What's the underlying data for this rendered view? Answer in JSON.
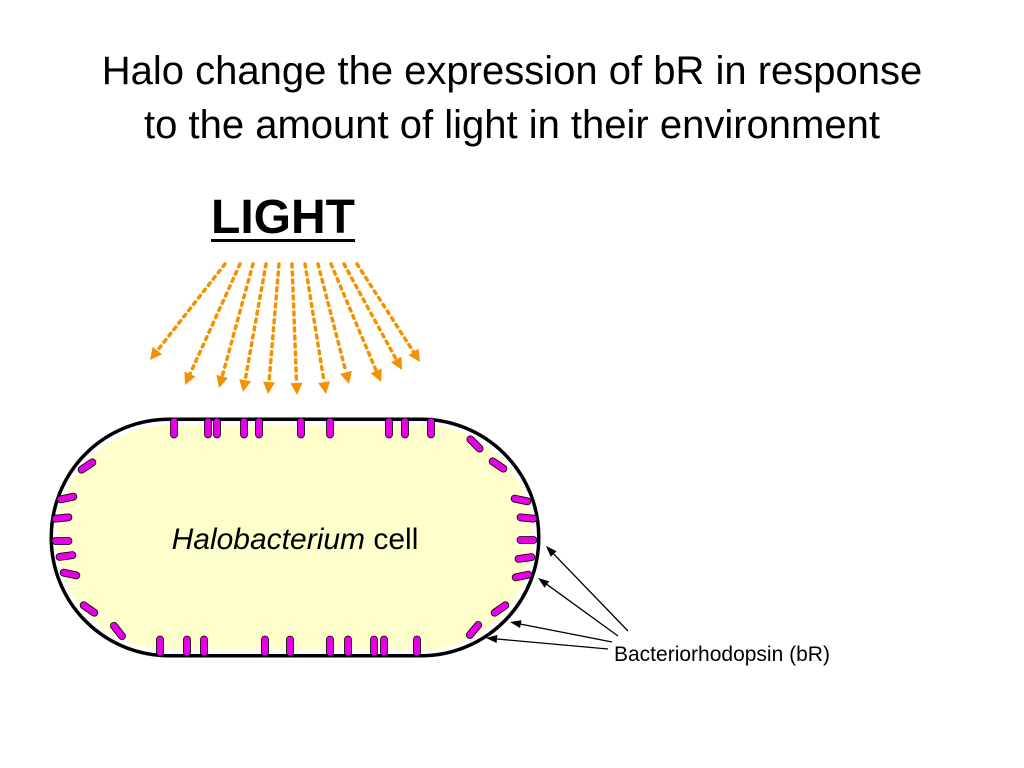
{
  "slide": {
    "title_line_1": "Halo change the expression of bR in response",
    "title_line_2": "to the amount of light in their environment",
    "light_label": "LIGHT",
    "cell_label_genus": "Halobacterium",
    "cell_label_rest": " cell",
    "protein_label": "Bacteriorhodopsin (bR)"
  },
  "colors": {
    "background": "#ffffff",
    "cell_fill": "#ffffcc",
    "membrane": "#000000",
    "protein": "#e600e6",
    "light_rays": "#f39200",
    "text": "#000000"
  }
}
